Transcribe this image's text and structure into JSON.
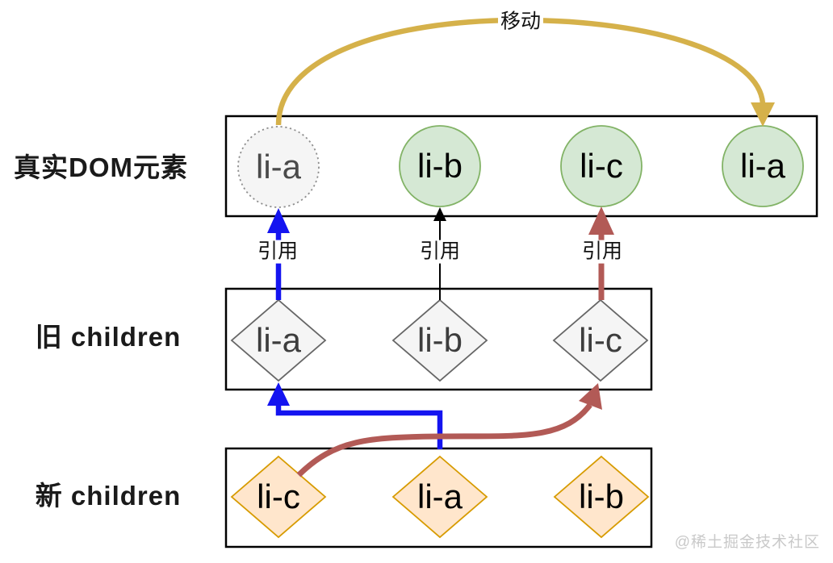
{
  "labels": {
    "move": "移动",
    "reference": "引用"
  },
  "rows": [
    {
      "label": "真实DOM元素",
      "node_shape": "circle",
      "nodes": [
        "li-a",
        "li-b",
        "li-c",
        "li-a"
      ]
    },
    {
      "label": "旧 children",
      "node_shape": "diamond",
      "nodes": [
        "li-a",
        "li-b",
        "li-c"
      ]
    },
    {
      "label": "新 children",
      "node_shape": "diamond",
      "nodes": [
        "li-c",
        "li-a",
        "li-b"
      ]
    }
  ],
  "watermark": "@稀土掘金技术社区",
  "colors": {
    "gold": "#d5b14a",
    "blue": "#1414f0",
    "red": "#b25a56",
    "box": "#000000",
    "green_fill": "#d5e8d4",
    "green_stroke": "#82b366",
    "orange_fill": "#ffe6cc",
    "orange_stroke": "#d79b00",
    "gray_fill": "#f5f5f5",
    "gray_stroke": "#666666",
    "dotted_stroke": "#8f8f8f",
    "watermark": "#c9c9c9",
    "label": "#1a1a1a"
  }
}
